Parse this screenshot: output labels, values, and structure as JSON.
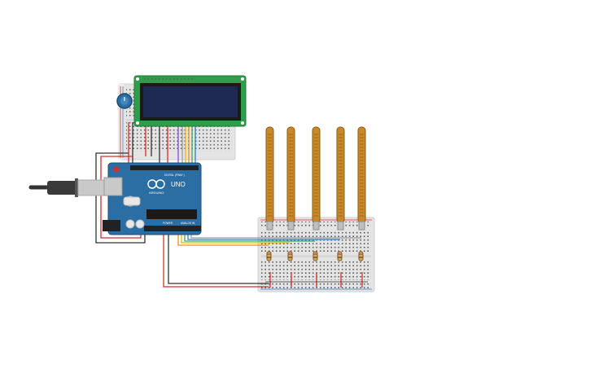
{
  "board": {
    "logo_text": "UNO",
    "brand": "ARDUINO",
    "digital_label": "DIGITAL (PWM~)",
    "analog_label": "ANALOG IN",
    "power_label": "POWER"
  },
  "colors": {
    "background": "#ffffff",
    "board": "#2a6ea3",
    "lcd_pcb": "#2f9e4a",
    "lcd_screen": "#1f2a52",
    "breadboard": "#e6e6e6",
    "flex_sensor": "#c8892a",
    "wire_red": "#d32f2f",
    "wire_black": "#333333",
    "wire_yellow": "#e6b800",
    "wire_orange": "#f28c1e",
    "wire_blue": "#2f7fd0",
    "wire_green": "#3fae4a",
    "wire_purple": "#8a4bd1",
    "wire_gray": "#9a9a9a"
  },
  "components": {
    "flex_sensor_count": 5,
    "resistor_count": 5
  }
}
